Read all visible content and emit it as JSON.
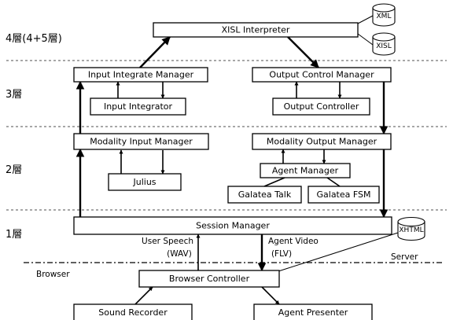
{
  "layers": {
    "layer4": "4層(4+5層)",
    "layer3": "3層",
    "layer2": "2層",
    "layer1": "1層"
  },
  "databases": {
    "xml": "XML",
    "xisl": "XISL",
    "xhtml": "XHTML"
  },
  "components": {
    "xisl_interpreter": "XISL Interpreter",
    "input_integrate_manager": "Input Integrate Manager",
    "input_integrator": "Input Integrator",
    "output_control_manager": "Output Control Manager",
    "output_controller": "Output Controller",
    "modality_input_manager": "Modality Input Manager",
    "julius": "Julius",
    "modality_output_manager": "Modality Output Manager",
    "agent_manager": "Agent Manager",
    "galatea_talk": "Galatea Talk",
    "galatea_fsm": "Galatea FSM",
    "session_manager": "Session Manager",
    "browser_controller": "Browser Controller",
    "sound_recorder": "Sound Recorder",
    "agent_presenter": "Agent Presenter"
  },
  "flows": {
    "user_speech": "User Speech",
    "user_speech_format": "(WAV)",
    "agent_video": "Agent Video",
    "agent_video_format": "(FLV)"
  },
  "regions": {
    "browser": "Browser",
    "server": "Server"
  }
}
